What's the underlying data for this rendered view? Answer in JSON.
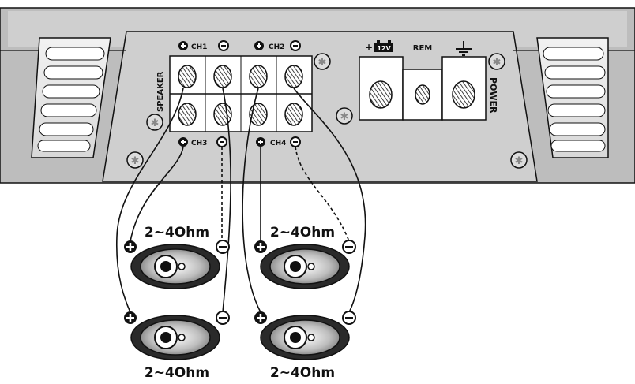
{
  "terminals": {
    "speaker_label": "SPEAKER",
    "power_label": "POWER",
    "ch1": "CH1",
    "ch2": "CH2",
    "ch3": "CH3",
    "ch4": "CH4",
    "rem": "REM",
    "v12": "12V",
    "plus": "+"
  },
  "speakers": {
    "top_left_impedance": "2~4Ohm",
    "top_right_impedance": "2~4Ohm",
    "bottom_left_impedance": "2~4Ohm",
    "bottom_right_impedance": "2~4Ohm"
  },
  "colors": {
    "panel": "#c9c9c9",
    "panel_dark": "#9b9b9b",
    "outline": "#111111",
    "terminal_fill": "#ffffff"
  }
}
